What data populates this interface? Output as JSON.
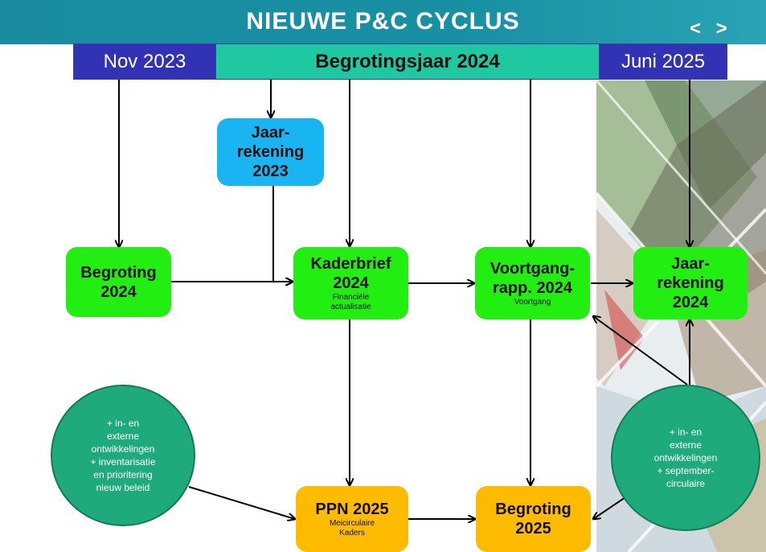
{
  "title": "NIEUWE P&C CYCLUS",
  "nav": "< >",
  "headers": {
    "left": "Nov 2023",
    "middle": "Begrotingsjaar 2024",
    "right": "Juni 2025"
  },
  "nodes": {
    "jaarrekening_2023": {
      "title": "Jaar-\nrekening\n2023"
    },
    "begroting_2024": {
      "title": "Begroting\n2024"
    },
    "kaderbrief_2024": {
      "title": "Kaderbrief\n2024",
      "sub": "Financiële\nactualisatie"
    },
    "voortgang_2024": {
      "title": "Voortgang-\nrapp. 2024",
      "sub": "Voortgang"
    },
    "jaarrekening_2024": {
      "title": "Jaar-\nrekening\n2024"
    },
    "ppn_2025": {
      "title": "PPN 2025",
      "sub": "Meicirculaire\nKaders"
    },
    "begroting_2025": {
      "title": "Begroting\n2025"
    }
  },
  "circles": {
    "left": "+ in- en\nexterne\nontwikkelingen\n+ inventarisatie\nen prioritering\nnieuw beleid",
    "right": "+ in- en\nexterne\nontwikkelingen\n+ september-\ncirculaire"
  },
  "colors": {
    "title_bar": "#1b8ca0",
    "header_blue": "#3232b4",
    "header_green": "#1fc8a0",
    "node_green": "#22ee11",
    "node_cyan": "#19b4f2",
    "node_orange": "#ffbb00",
    "circle": "#1faa7c"
  }
}
